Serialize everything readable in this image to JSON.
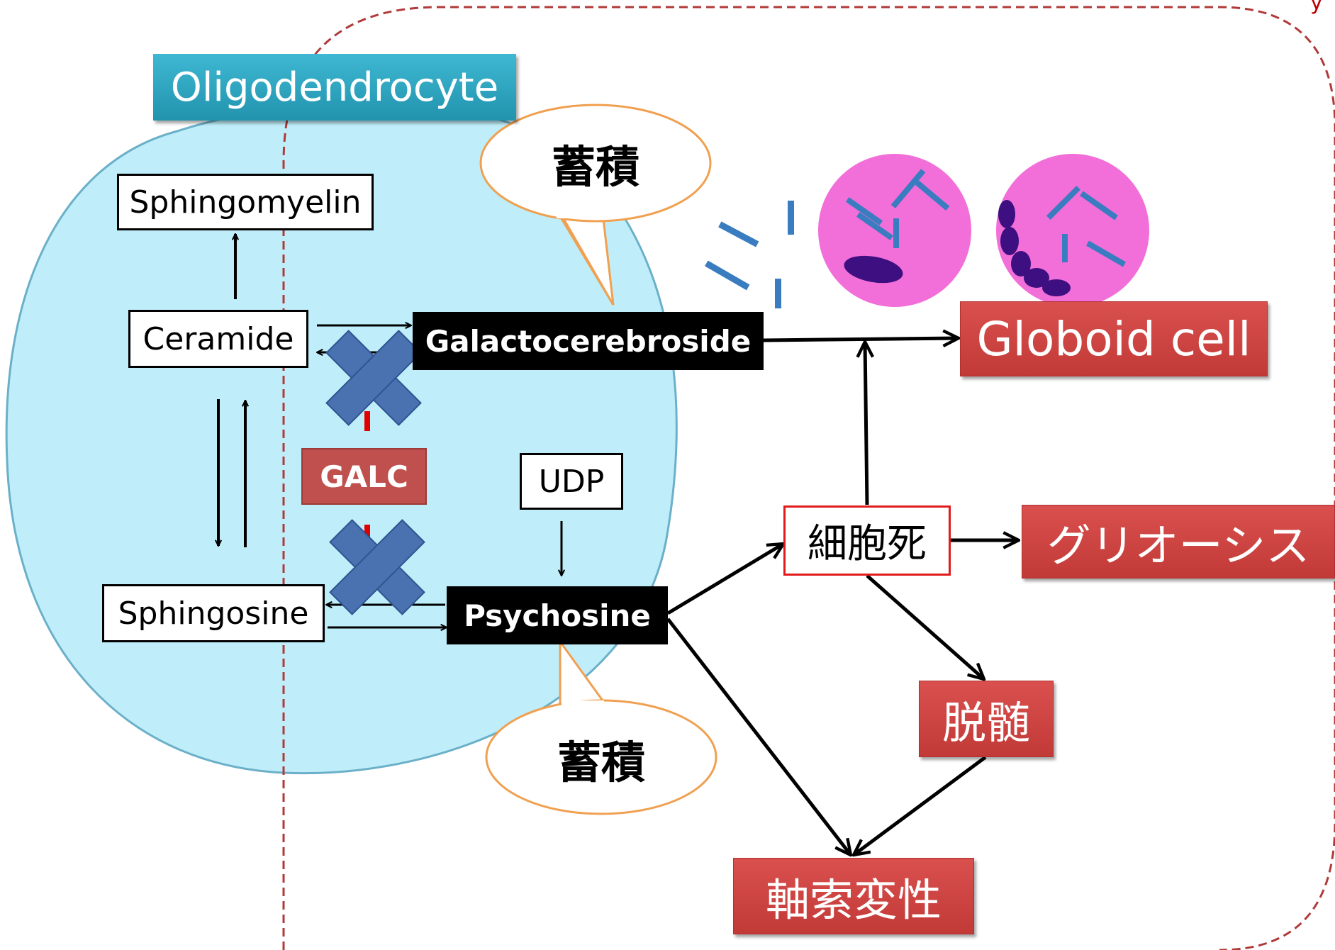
{
  "cell_title": "Oligodendrocyte",
  "corner_label": "y",
  "nodes": {
    "sphingomyelin": "Sphingomyelin",
    "ceramide": "Ceramide",
    "sphingosine": "Sphingosine",
    "galactocerebroside": "Galactocerebroside",
    "psychosine": "Psychosine",
    "udp": "UDP",
    "galc": "GALC",
    "cell_death": "細胞死"
  },
  "bubbles": {
    "accumulation_top": "蓄積",
    "accumulation_bottom": "蓄積"
  },
  "outcomes": {
    "globoid_cell": "Globoid cell",
    "gliosis": "グリオーシス",
    "demyelination": "脱髄",
    "axonal_degeneration": "軸索変性"
  },
  "colors": {
    "cell_fill": "#bfeefa",
    "dashed_border": "#b03a3a",
    "outcome_red": "#c9403d",
    "title_teal": "#2aa5c1",
    "cross_blue": "#4a72b0",
    "globoid_pink": "#f26ed8",
    "nucleus_purple": "#3d0f80",
    "crystal_blue": "#3a7cc0",
    "bubble_orange": "#f0a050"
  }
}
